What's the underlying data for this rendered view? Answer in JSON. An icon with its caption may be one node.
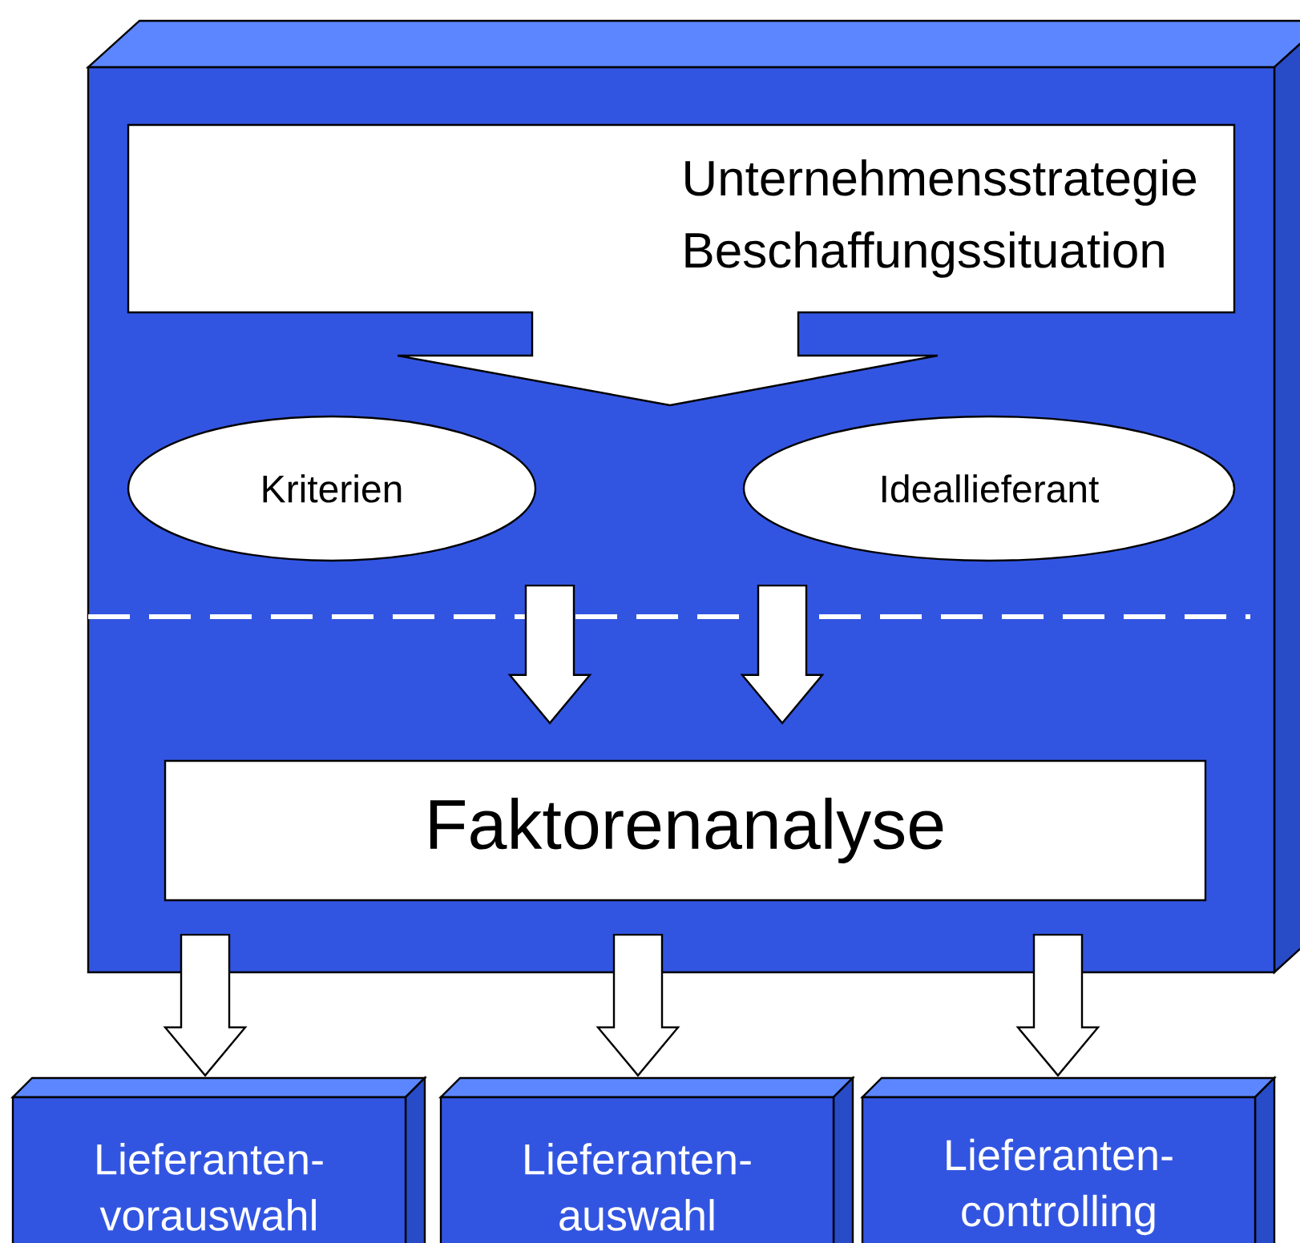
{
  "diagram": {
    "nodes": [
      {
        "text": [],
        "shape": "box"
      },
      {
        "text": [
          "Unternehmensstrategie",
          "Beschaffungssituation"
        ],
        "in": 0
      },
      {
        "text": [
          "Kriterien"
        ],
        "in": 0
      },
      {
        "text": [
          "Ideallieferant"
        ],
        "in": 0
      },
      {
        "text": [
          "Faktorenanalyse"
        ],
        "in": 0
      },
      {
        "text": [
          "Lieferanten- vorauswahl"
        ]
      },
      {
        "text": [
          "Lieferanten- auswahl"
        ]
      },
      {
        "text": [
          "Lieferanten- controlling"
        ]
      }
    ],
    "edges": [
      {
        "from": 2,
        "to": 4,
        "arrow": "to"
      },
      {
        "from": 3,
        "to": 4,
        "arrow": "to"
      },
      {
        "from": 0,
        "to": 5,
        "arrow": "to"
      },
      {
        "from": 0,
        "to": 6,
        "arrow": "to"
      },
      {
        "from": 0,
        "to": 7,
        "arrow": "to"
      }
    ]
  }
}
